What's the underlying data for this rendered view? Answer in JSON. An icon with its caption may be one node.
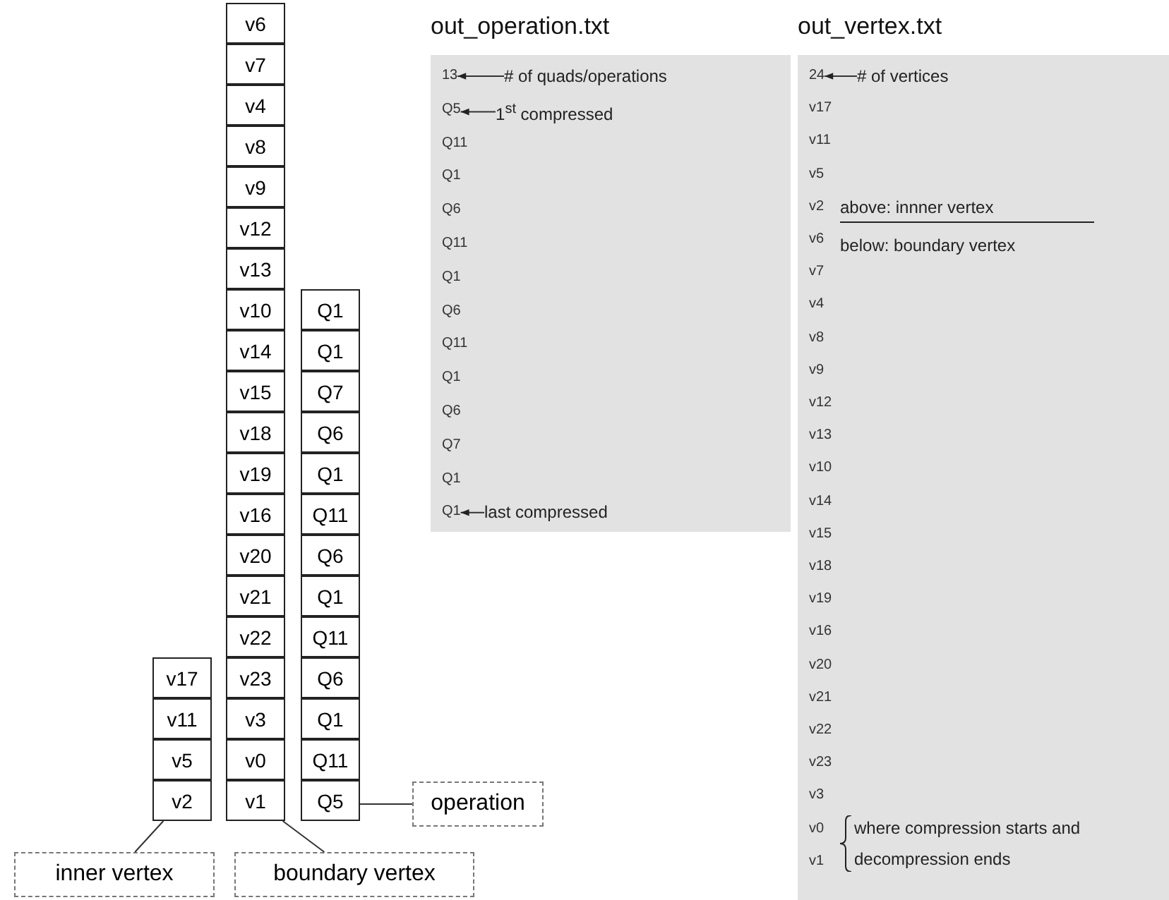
{
  "diagram": {
    "nodes": [
      {
        "text": [
          "v17"
        ]
      },
      {
        "text": [
          "v11"
        ]
      },
      {
        "text": [
          "v5"
        ]
      },
      {
        "text": [
          "v2"
        ]
      },
      {
        "text": [
          "v6"
        ]
      },
      {
        "text": [
          "v7"
        ]
      },
      {
        "text": [
          "v4"
        ]
      },
      {
        "text": [
          "v8"
        ]
      },
      {
        "text": [
          "v9"
        ]
      },
      {
        "text": [
          "v12"
        ]
      },
      {
        "text": [
          "v13"
        ]
      },
      {
        "text": [
          "v10"
        ]
      },
      {
        "text": [
          "v14"
        ]
      },
      {
        "text": [
          "v15"
        ]
      },
      {
        "text": [
          "v18"
        ]
      },
      {
        "text": [
          "v19"
        ]
      },
      {
        "text": [
          "v16"
        ]
      },
      {
        "text": [
          "v20"
        ]
      },
      {
        "text": [
          "v21"
        ]
      },
      {
        "text": [
          "v22"
        ]
      },
      {
        "text": [
          "v23"
        ]
      },
      {
        "text": [
          "v3"
        ]
      },
      {
        "text": [
          "v0"
        ]
      },
      {
        "text": [
          "v1"
        ]
      },
      {
        "text": [
          "Q1"
        ]
      },
      {
        "text": [
          "Q1"
        ]
      },
      {
        "text": [
          "Q7"
        ]
      },
      {
        "text": [
          "Q6"
        ]
      },
      {
        "text": [
          "Q1"
        ]
      },
      {
        "text": [
          "Q11"
        ]
      },
      {
        "text": [
          "Q6"
        ]
      },
      {
        "text": [
          "Q1"
        ]
      },
      {
        "text": [
          "Q11"
        ]
      },
      {
        "text": [
          "Q6"
        ]
      },
      {
        "text": [
          "Q1"
        ]
      },
      {
        "text": [
          "Q11"
        ]
      },
      {
        "text": [
          "Q5"
        ]
      },
      {
        "text": [
          "operation"
        ]
      },
      {
        "text": [
          "inner vertex"
        ]
      },
      {
        "text": [
          "boundary vertex"
        ]
      },
      {
        "text": [
          "out_operation.txt"
        ]
      },
      {
        "text": [
          "13"
        ],
        "in": 40
      },
      {
        "text": [
          "Q5"
        ],
        "in": 40
      },
      {
        "text": [
          "Q11"
        ],
        "in": 40
      },
      {
        "text": [
          "Q1"
        ],
        "in": 40
      },
      {
        "text": [
          "Q6"
        ],
        "in": 40
      },
      {
        "text": [
          "Q11"
        ],
        "in": 40
      },
      {
        "text": [
          "Q1"
        ],
        "in": 40
      },
      {
        "text": [
          "Q6"
        ],
        "in": 40
      },
      {
        "text": [
          "Q11"
        ],
        "in": 40
      },
      {
        "text": [
          "Q1"
        ],
        "in": 40
      },
      {
        "text": [
          "Q6"
        ],
        "in": 40
      },
      {
        "text": [
          "Q7"
        ],
        "in": 40
      },
      {
        "text": [
          "Q1"
        ],
        "in": 40
      },
      {
        "text": [
          "Q1"
        ],
        "in": 40
      },
      {
        "text": [
          "# of quads/operations"
        ],
        "in": 40
      },
      {
        "text": [
          "1$^{st}$ compressed"
        ],
        "in": 40
      },
      {
        "text": [
          "last compressed"
        ],
        "in": 40
      },
      {
        "text": [
          "out_vertex.txt"
        ]
      },
      {
        "text": [
          "24"
        ],
        "in": 58
      },
      {
        "text": [
          "v17"
        ],
        "in": 58
      },
      {
        "text": [
          "v11"
        ],
        "in": 58
      },
      {
        "text": [
          "v5"
        ],
        "in": 58
      },
      {
        "text": [
          "v2"
        ],
        "in": 58
      },
      {
        "text": [
          "v6"
        ],
        "in": 58
      },
      {
        "text": [
          "v7"
        ],
        "in": 58
      },
      {
        "text": [
          "v4"
        ],
        "in": 58
      },
      {
        "text": [
          "v8"
        ],
        "in": 58
      },
      {
        "text": [
          "v9"
        ],
        "in": 58
      },
      {
        "text": [
          "v12"
        ],
        "in": 58
      },
      {
        "text": [
          "v13"
        ],
        "in": 58
      },
      {
        "text": [
          "v10"
        ],
        "in": 58
      },
      {
        "text": [
          "v14"
        ],
        "in": 58
      },
      {
        "text": [
          "v15"
        ],
        "in": 58
      },
      {
        "text": [
          "v18"
        ],
        "in": 58
      },
      {
        "text": [
          "v19"
        ],
        "in": 58
      },
      {
        "text": [
          "v16"
        ],
        "in": 58
      },
      {
        "text": [
          "v20"
        ],
        "in": 58
      },
      {
        "text": [
          "v21"
        ],
        "in": 58
      },
      {
        "text": [
          "v22"
        ],
        "in": 58
      },
      {
        "text": [
          "v23"
        ],
        "in": 58
      },
      {
        "text": [
          "v3"
        ],
        "in": 58
      },
      {
        "text": [
          "v0"
        ],
        "in": 58
      },
      {
        "text": [
          "v1"
        ],
        "in": 58
      },
      {
        "text": [
          "# of vertices"
        ],
        "in": 58
      },
      {
        "text": [
          "above: innner vertex"
        ],
        "in": 58
      },
      {
        "text": [
          "below: boundary vertex"
        ],
        "in": 58
      },
      {
        "text": [
          "where compression starts and decompression ends"
        ],
        "in": 58
      }
    ],
    "edges": [
      {
        "from": 37,
        "to": 36,
        "arrow": "none"
      },
      {
        "from": 38,
        "to": 3,
        "arrow": "none"
      },
      {
        "from": 39,
        "to": 23,
        "arrow": "none"
      },
      {
        "from": 55,
        "to": 41,
        "arrow": "to"
      },
      {
        "from": 56,
        "to": 42,
        "arrow": "to"
      },
      {
        "from": 57,
        "to": 54,
        "arrow": "to"
      },
      {
        "from": 84,
        "to": 59,
        "arrow": "to"
      }
    ]
  }
}
